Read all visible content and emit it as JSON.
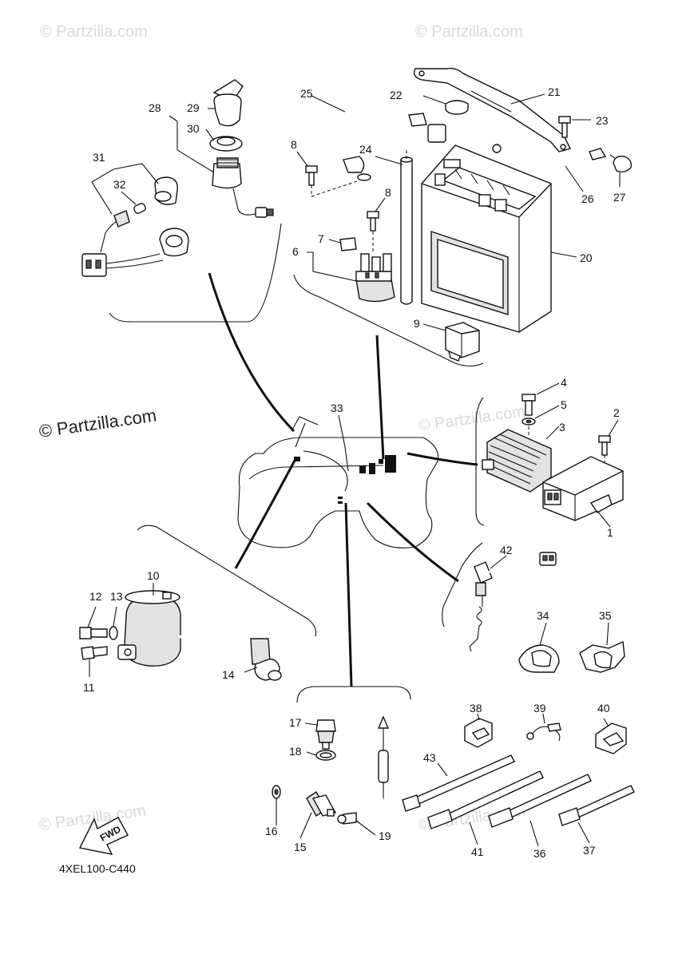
{
  "watermark_text": "© Partzilla.com",
  "diagram_code": "4XEL100-C440",
  "fwd_label": "FWD",
  "callouts": [
    "1",
    "2",
    "3",
    "4",
    "5",
    "6",
    "7",
    "8",
    "8",
    "9",
    "10",
    "11",
    "12",
    "13",
    "14",
    "15",
    "16",
    "17",
    "18",
    "19",
    "20",
    "21",
    "22",
    "23",
    "24",
    "25",
    "26",
    "27",
    "28",
    "29",
    "30",
    "31",
    "32",
    "33",
    "34",
    "35",
    "36",
    "37",
    "38",
    "39",
    "40",
    "41",
    "42",
    "43"
  ]
}
